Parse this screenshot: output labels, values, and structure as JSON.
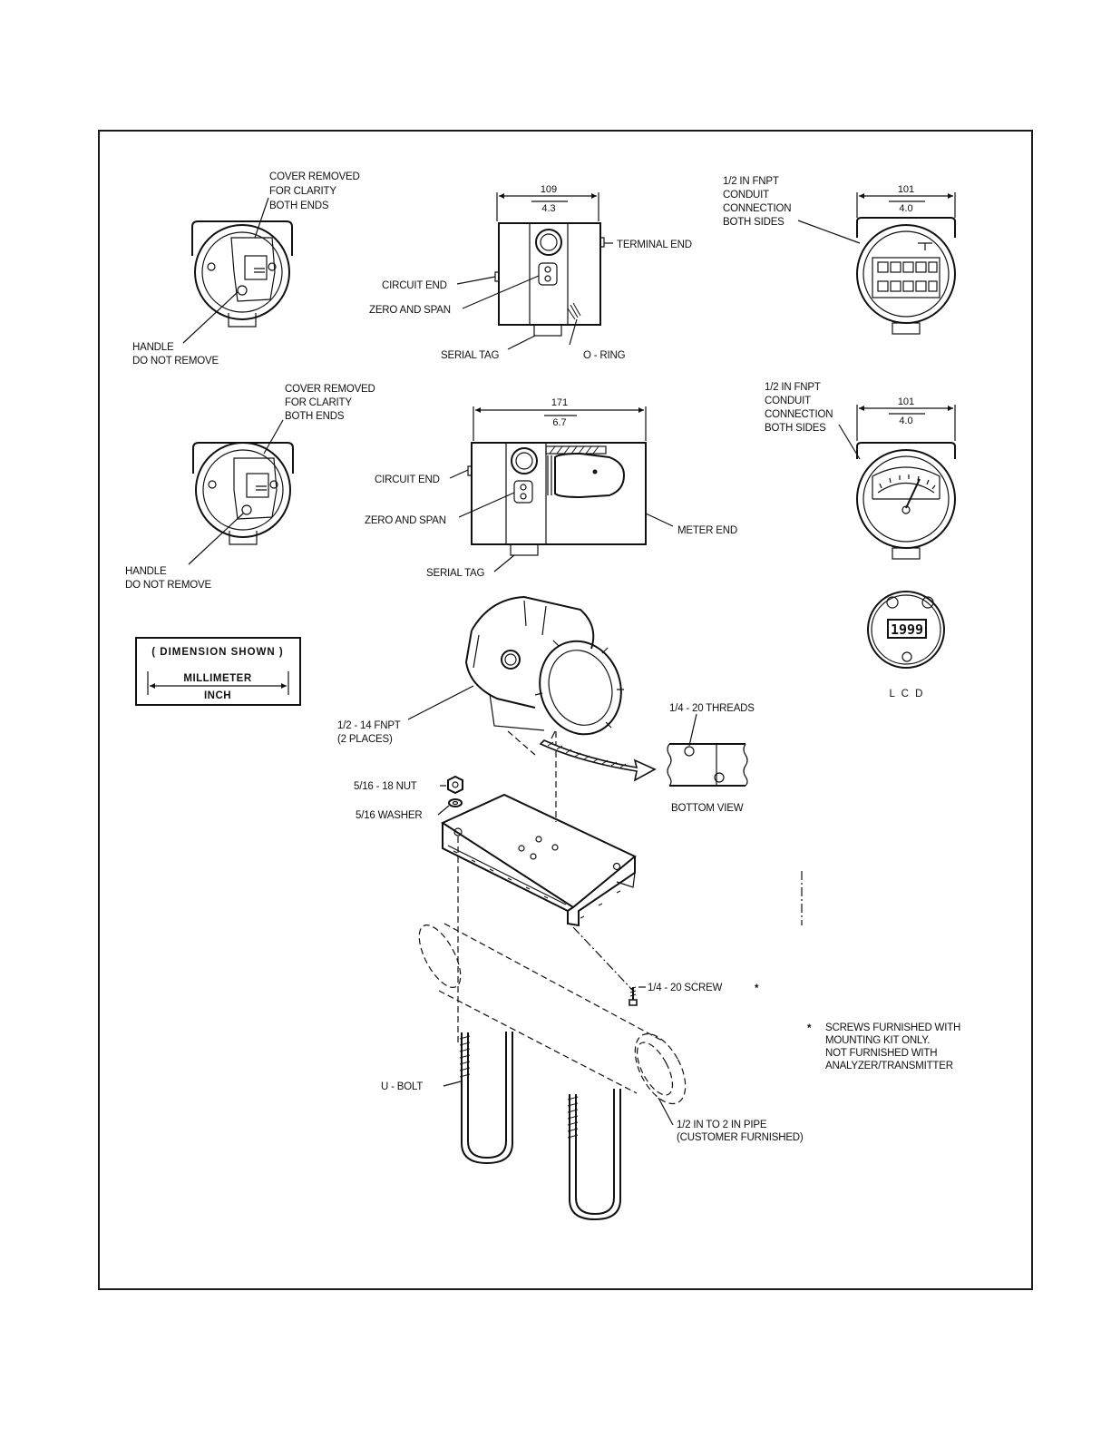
{
  "labels": {
    "cover_removed_1": [
      "COVER REMOVED",
      "FOR CLARITY",
      "BOTH ENDS"
    ],
    "handle_1": [
      "HANDLE",
      "DO NOT REMOVE"
    ],
    "cover_removed_2": [
      "COVER REMOVED",
      "FOR CLARITY",
      "BOTH ENDS"
    ],
    "handle_2": [
      "HANDLE",
      "DO NOT REMOVE"
    ],
    "terminal_end": "TERMINAL END",
    "circuit_end_1": "CIRCUIT END",
    "zero_span_1": "ZERO AND SPAN",
    "serial_tag_1": "SERIAL TAG",
    "o_ring": "O - RING",
    "conduit_1": [
      "1/2 IN FNPT",
      "CONDUIT",
      "CONNECTION",
      "BOTH SIDES"
    ],
    "conduit_2": [
      "1/2 IN FNPT",
      "CONDUIT",
      "CONNECTION",
      "BOTH SIDES"
    ],
    "circuit_end_2": "CIRCUIT END",
    "zero_span_2": "ZERO AND SPAN",
    "serial_tag_2": "SERIAL TAG",
    "meter_end": "METER END",
    "lcd": "L C D",
    "lcd_display": "1999",
    "fnpt_14": [
      "1/2 - 14 FNPT",
      "(2 PLACES)"
    ],
    "threads": "1/4 - 20 THREADS",
    "bottom_view": "BOTTOM VIEW",
    "nut": "5/16 - 18 NUT",
    "washer": "5/16 WASHER",
    "screw": "1/4 - 20 SCREW",
    "u_bolt": "U - BOLT",
    "pipe": [
      "1/2 IN TO 2 IN PIPE",
      "(CUSTOMER FURNISHED)"
    ],
    "note": [
      "SCREWS FURNISHED WITH",
      "MOUNTING KIT ONLY.",
      "NOT FURNISHED WITH",
      "ANALYZER/TRANSMITTER"
    ],
    "asterisk": "*"
  },
  "dimensions": {
    "top_housing": {
      "mm": "109",
      "in": "4.3"
    },
    "top_right": {
      "mm": "101",
      "in": "4.0"
    },
    "meter_housing": {
      "mm": "171",
      "in": "6.7"
    },
    "meter_right": {
      "mm": "101",
      "in": "4.0"
    }
  },
  "legend": {
    "title": "( DIMENSION SHOWN )",
    "top": "MILLIMETER",
    "bottom": "INCH"
  }
}
